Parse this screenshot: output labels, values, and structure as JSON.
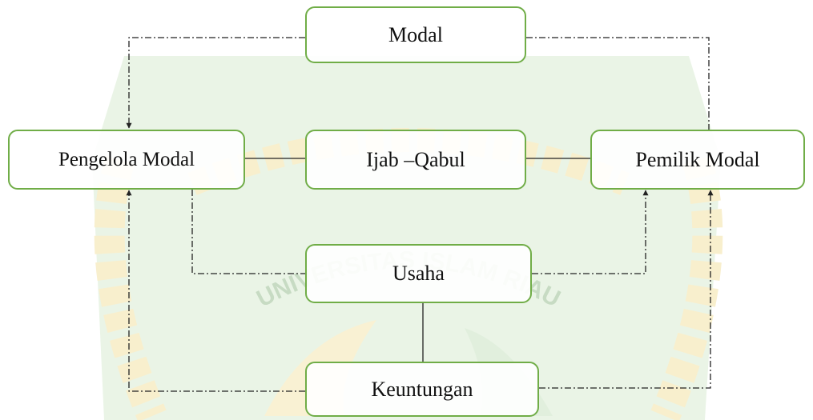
{
  "diagram": {
    "nodes": {
      "modal": "Modal",
      "pengelola_modal": "Pengelola Modal",
      "ijab_qabul": "Ijab –Qabul",
      "pemilik_modal": "Pemilik Modal",
      "usaha": "Usaha",
      "keuntungan": "Keuntungan"
    },
    "edges": [
      {
        "from": "modal",
        "to": "pengelola_modal",
        "style": "dash-dot",
        "arrow": true
      },
      {
        "from": "pemilik_modal",
        "to": "modal",
        "style": "dash-dot",
        "arrow": false
      },
      {
        "from": "pengelola_modal",
        "to": "ijab_qabul",
        "style": "solid",
        "arrow": false
      },
      {
        "from": "ijab_qabul",
        "to": "pemilik_modal",
        "style": "solid",
        "arrow": false
      },
      {
        "from": "pengelola_modal",
        "to": "usaha",
        "style": "dash-dot",
        "arrow": false
      },
      {
        "from": "usaha",
        "to": "pemilik_modal",
        "style": "dash-dot",
        "arrow": true
      },
      {
        "from": "usaha",
        "to": "keuntungan",
        "style": "solid",
        "arrow": false
      },
      {
        "from": "keuntungan",
        "to": "pengelola_modal",
        "style": "dash-dot",
        "arrow": true
      },
      {
        "from": "keuntungan",
        "to": "pemilik_modal",
        "style": "dash-dot",
        "arrow": true
      }
    ]
  },
  "watermark": {
    "text": "UNIVERSITAS ISLAM RIAU",
    "colors": {
      "green": "#c9e3c2",
      "gold": "#f3e2a6"
    }
  },
  "colors": {
    "node_border": "#70ad47",
    "line": "#222222"
  }
}
